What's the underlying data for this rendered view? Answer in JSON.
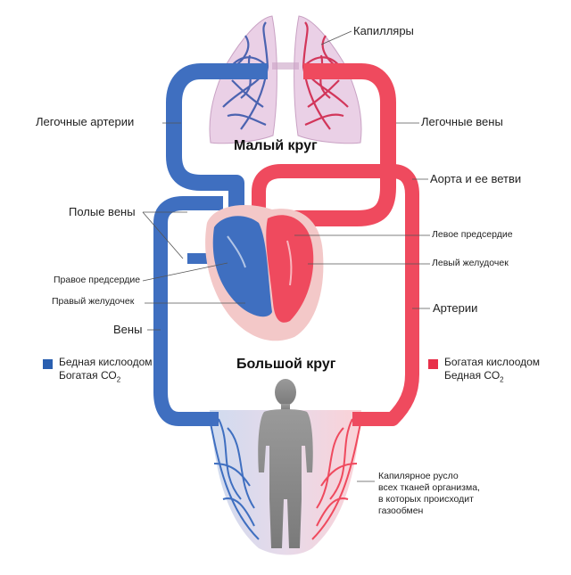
{
  "labels": {
    "capillaries": "Капилляры",
    "pulmonary_arteries": "Легочные артерии",
    "pulmonary_veins": "Легочные вены",
    "small_circle": "Малый круг",
    "aorta": "Аорта и ее ветви",
    "vena_cava": "Полые вены",
    "left_atrium": "Левое предсердие",
    "left_ventricle": "Левый желудочек",
    "right_atrium": "Правое предсердие",
    "right_ventricle": "Правый желудочек",
    "arteries": "Артерии",
    "veins": "Вены",
    "big_circle": "Большой круг",
    "capillary_bed": [
      "Капилярное русло",
      "всех тканей организма,",
      "в которых происходит",
      "газообмен"
    ]
  },
  "legend": {
    "poor": {
      "line1": "Бедная кислоодом",
      "line2_prefix": "Богатая СО",
      "line2_sub": "2",
      "color": "#2a5fb0"
    },
    "rich": {
      "line1": "Богатая кислоодом",
      "line2_prefix": "Бедная СО",
      "line2_sub": "2",
      "color": "#e8304a"
    }
  },
  "colors": {
    "blue": "#3f6fc0",
    "blue_dark": "#2a4f9a",
    "red": "#ef4a5e",
    "red_dark": "#c92a3e",
    "lung_fill": "#e9c9e0",
    "heart_bg": "#f3c4c4",
    "human": "#8c8c8c"
  }
}
